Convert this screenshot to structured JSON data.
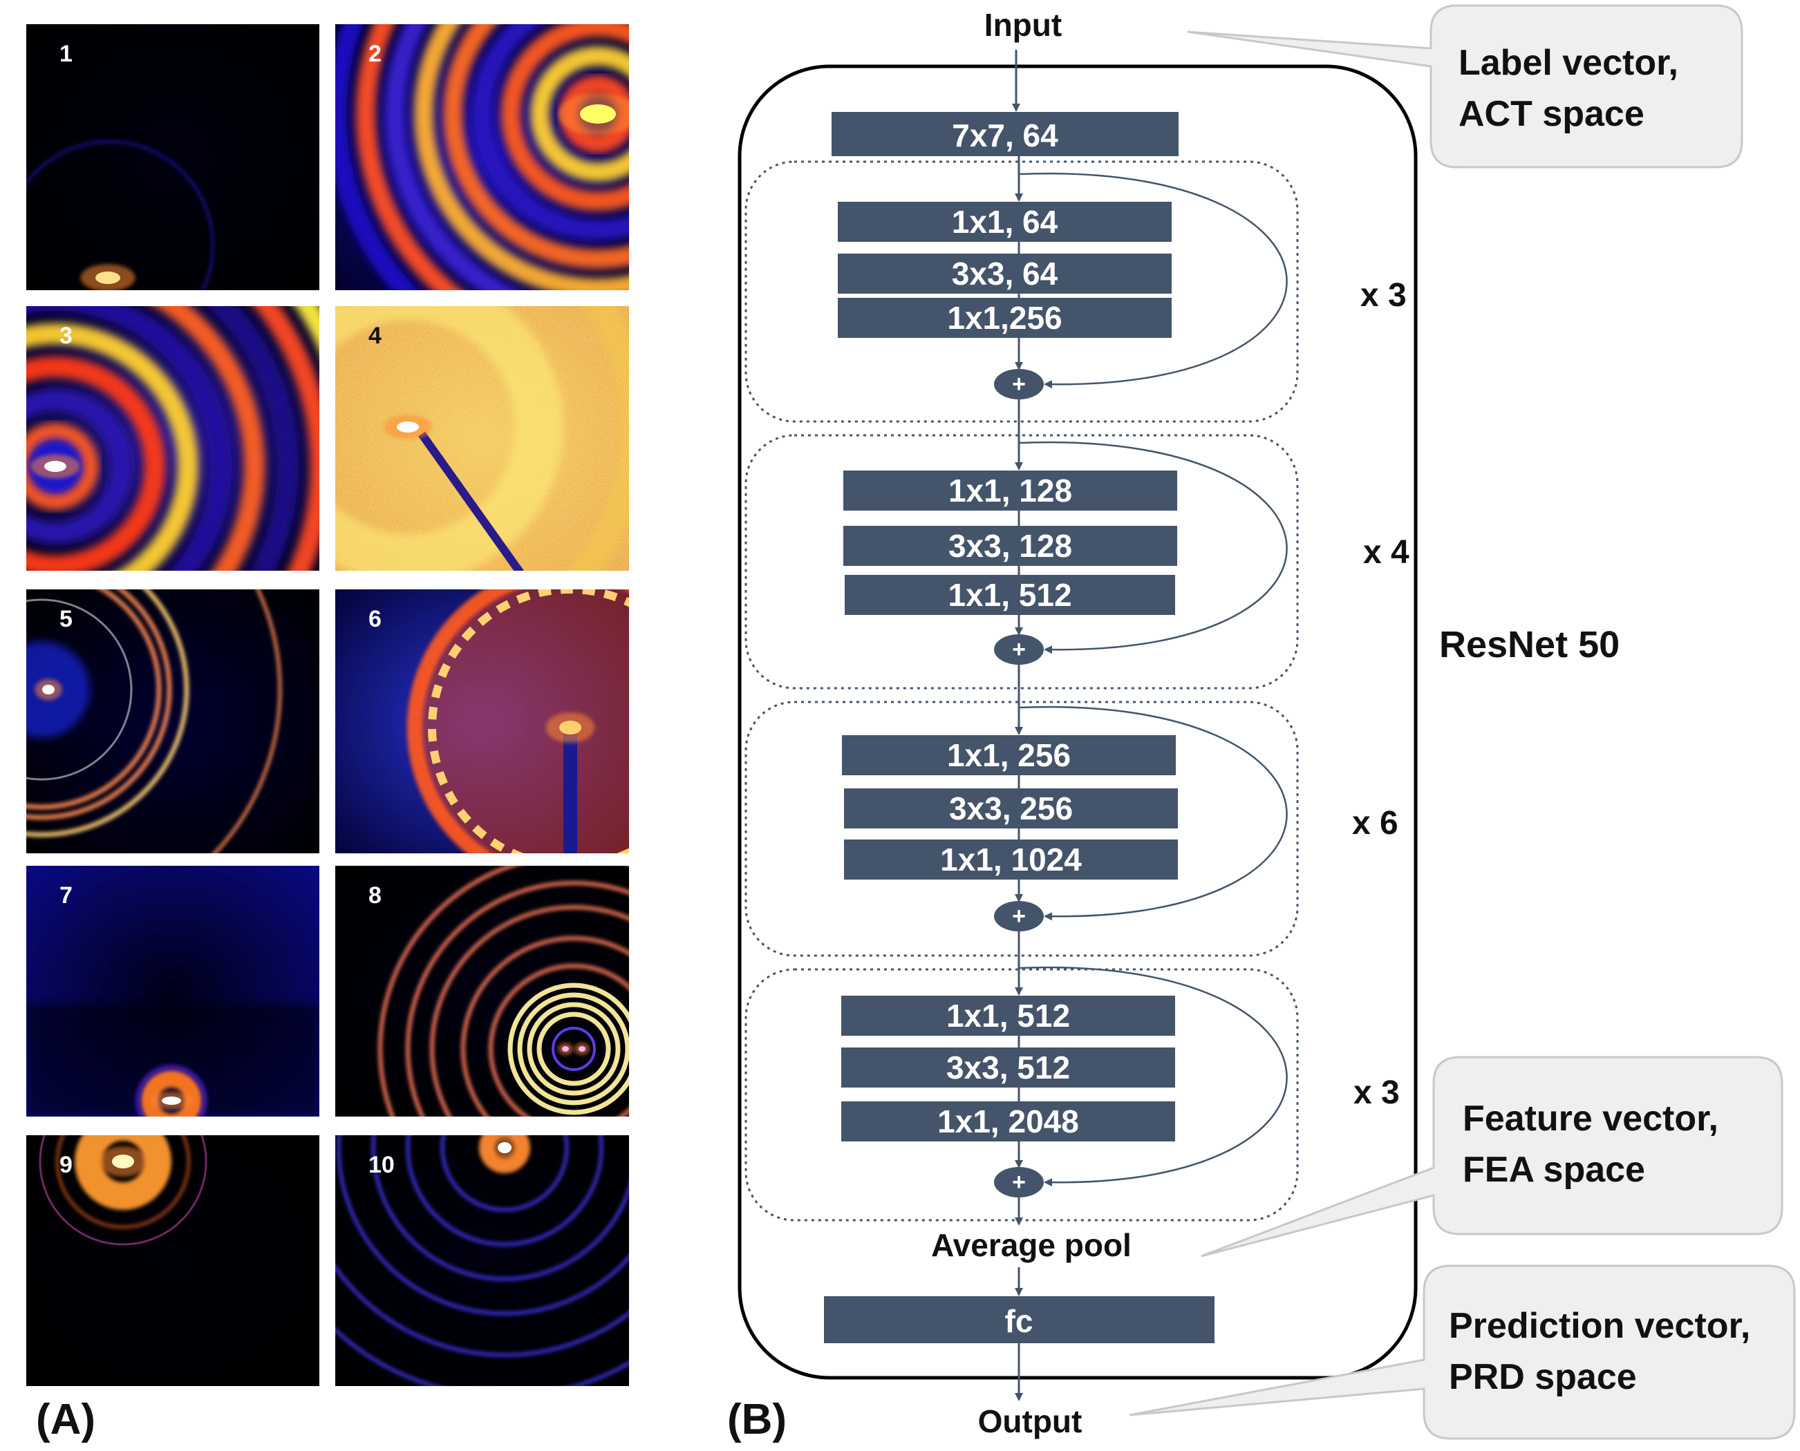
{
  "panel_a": {
    "label": "(A)",
    "tiles": [
      {
        "label": "1",
        "bg": "#000000",
        "bg2": "#000010",
        "accent": "#2a1fd6",
        "hot": "#ffe08a",
        "pattern": "faint-ring-bottom"
      },
      {
        "label": "2",
        "bg": "#000020",
        "bg2": "#1a0fb0",
        "accent": "#ff7a00",
        "hot": "#ffff66",
        "pattern": "rings-top-right"
      },
      {
        "label": "3",
        "bg": "#000018",
        "bg2": "#2a1a99",
        "accent": "#ff6a1a",
        "hot": "#ffef33",
        "pattern": "rings-left"
      },
      {
        "label": "4",
        "bg": "#e59630",
        "bg2": "#f2c04a",
        "accent": "#fff07a",
        "hot": "#ffffff",
        "pattern": "noisy-ring"
      },
      {
        "label": "5",
        "bg": "#000000",
        "bg2": "#000030",
        "accent": "#ffb04a",
        "hot": "#ffffff",
        "pattern": "thin-arcs"
      },
      {
        "label": "6",
        "bg": "#000030",
        "bg2": "#2a34d8",
        "accent": "#ff4a1a",
        "hot": "#ffd04a",
        "pattern": "speckled-ring"
      },
      {
        "label": "7",
        "bg": "#0a0a8a",
        "bg2": "#000018",
        "accent": "#ff7a1a",
        "hot": "#ffffff",
        "pattern": "donut-bottom"
      },
      {
        "label": "8",
        "bg": "#000000",
        "bg2": "#000010",
        "accent": "#ff8a4a",
        "hot": "#fff0a0",
        "pattern": "concentric-right"
      },
      {
        "label": "9",
        "bg": "#000000",
        "bg2": "#000008",
        "accent": "#ff8a3a",
        "hot": "#ffffa0",
        "pattern": "blob-top"
      },
      {
        "label": "10",
        "bg": "#000000",
        "bg2": "#000010",
        "accent": "#4a3aff",
        "hot": "#ffe08a",
        "pattern": "arcs-top"
      }
    ]
  },
  "panel_b": {
    "label": "(B)",
    "input_label": "Input",
    "output_label": "Output",
    "network_label": "ResNet 50",
    "stem_label": "7x7, 64",
    "pool_label": "Average pool",
    "fc_label": "fc",
    "sum_symbol": "+",
    "stages": [
      {
        "layers": [
          "1x1, 64",
          "3x3, 64",
          "1x1,256"
        ],
        "repeat": "x 3"
      },
      {
        "layers": [
          "1x1, 128",
          "3x3, 128",
          "1x1, 512"
        ],
        "repeat": "x 4"
      },
      {
        "layers": [
          "1x1, 256",
          "3x3, 256",
          "1x1, 1024"
        ],
        "repeat": "x 6"
      },
      {
        "layers": [
          "1x1, 512",
          "3x3, 512",
          "1x1, 2048"
        ],
        "repeat": "x 3"
      }
    ],
    "callouts": {
      "label_vector": [
        "Label vector,",
        "ACT space"
      ],
      "feature_vector": [
        "Feature vector,",
        "FEA space"
      ],
      "prediction_vector": [
        "Prediction vector,",
        "PRD space"
      ]
    },
    "colors": {
      "block": "#44546a",
      "edge": "#44546a",
      "callout_fill": "#efefef",
      "callout_stroke": "#c8c8c8"
    }
  }
}
